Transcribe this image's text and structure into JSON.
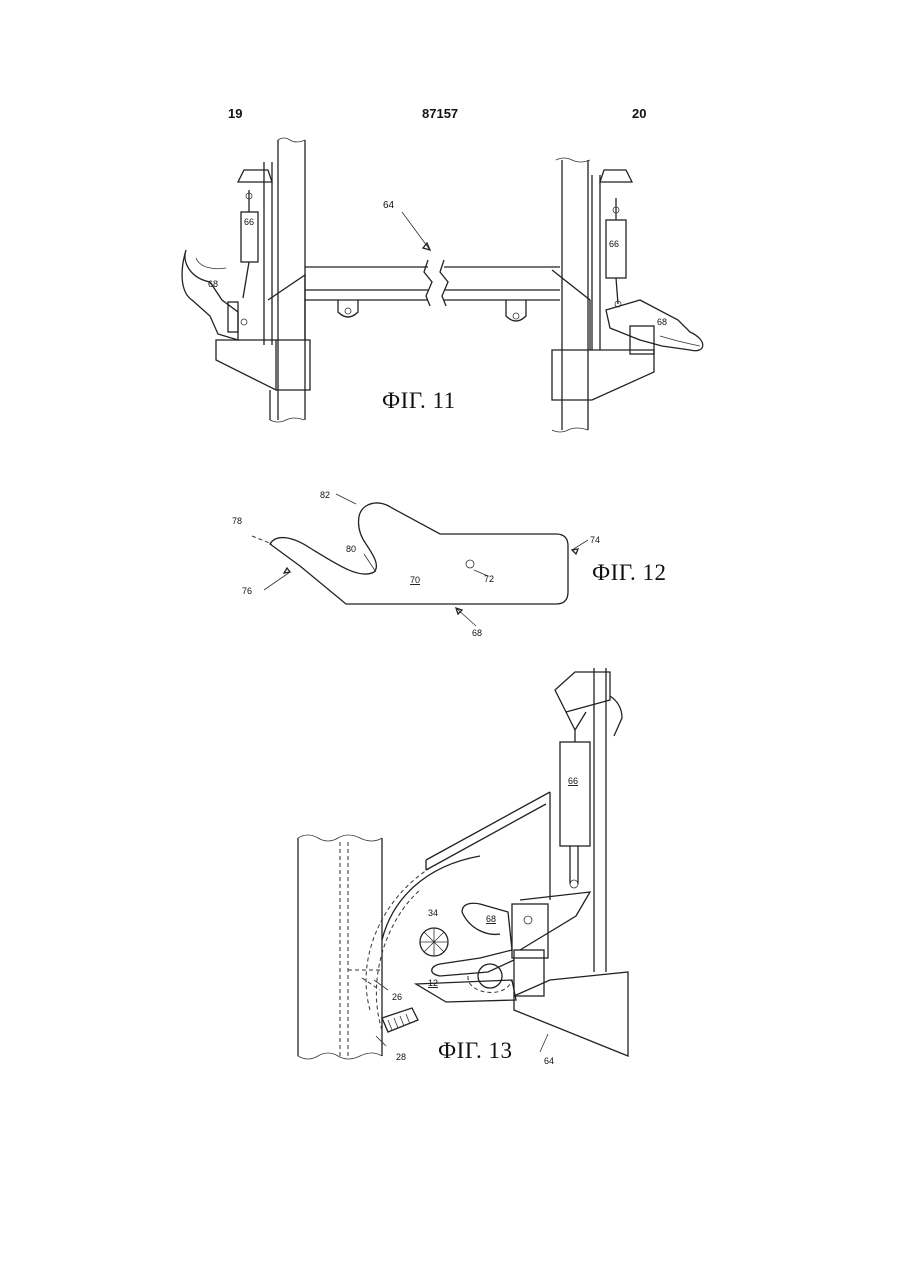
{
  "header": {
    "left_page": "19",
    "center_number": "87157",
    "right_page": "20"
  },
  "figures": {
    "fig11": {
      "caption": "ФІГ. 11",
      "labels": {
        "frame": "64",
        "cyl_left": "66",
        "hook_left": "68",
        "cyl_right": "66",
        "hook_right": "68"
      }
    },
    "fig12": {
      "caption": "ФІГ. 12",
      "labels": {
        "l82": "82",
        "l78": "78",
        "l80": "80",
        "l70": "70",
        "l72": "72",
        "l74": "74",
        "l76": "76",
        "l68": "68"
      }
    },
    "fig13": {
      "caption": "ФІГ. 13",
      "labels": {
        "cyl": "66",
        "l34": "34",
        "hook": "68",
        "l12": "12",
        "l26": "26",
        "l28": "28",
        "l64": "64"
      }
    }
  }
}
